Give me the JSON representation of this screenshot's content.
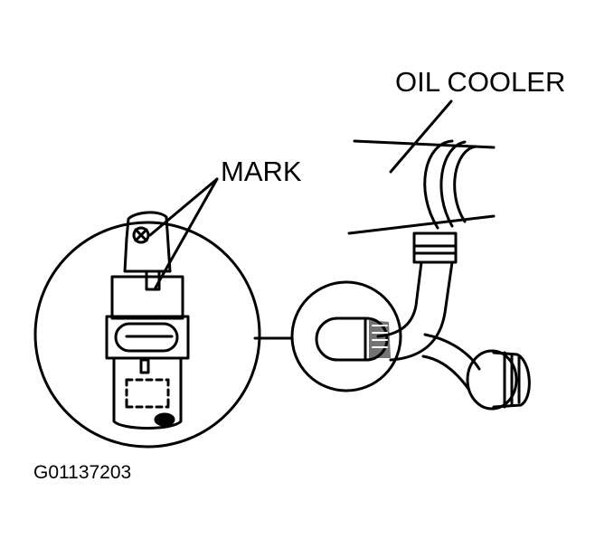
{
  "labels": {
    "oil_cooler": "OIL COOLER",
    "mark": "MARK",
    "figure_code": "G01137203"
  },
  "colors": {
    "ink": "#000000",
    "paper": "#ffffff"
  }
}
